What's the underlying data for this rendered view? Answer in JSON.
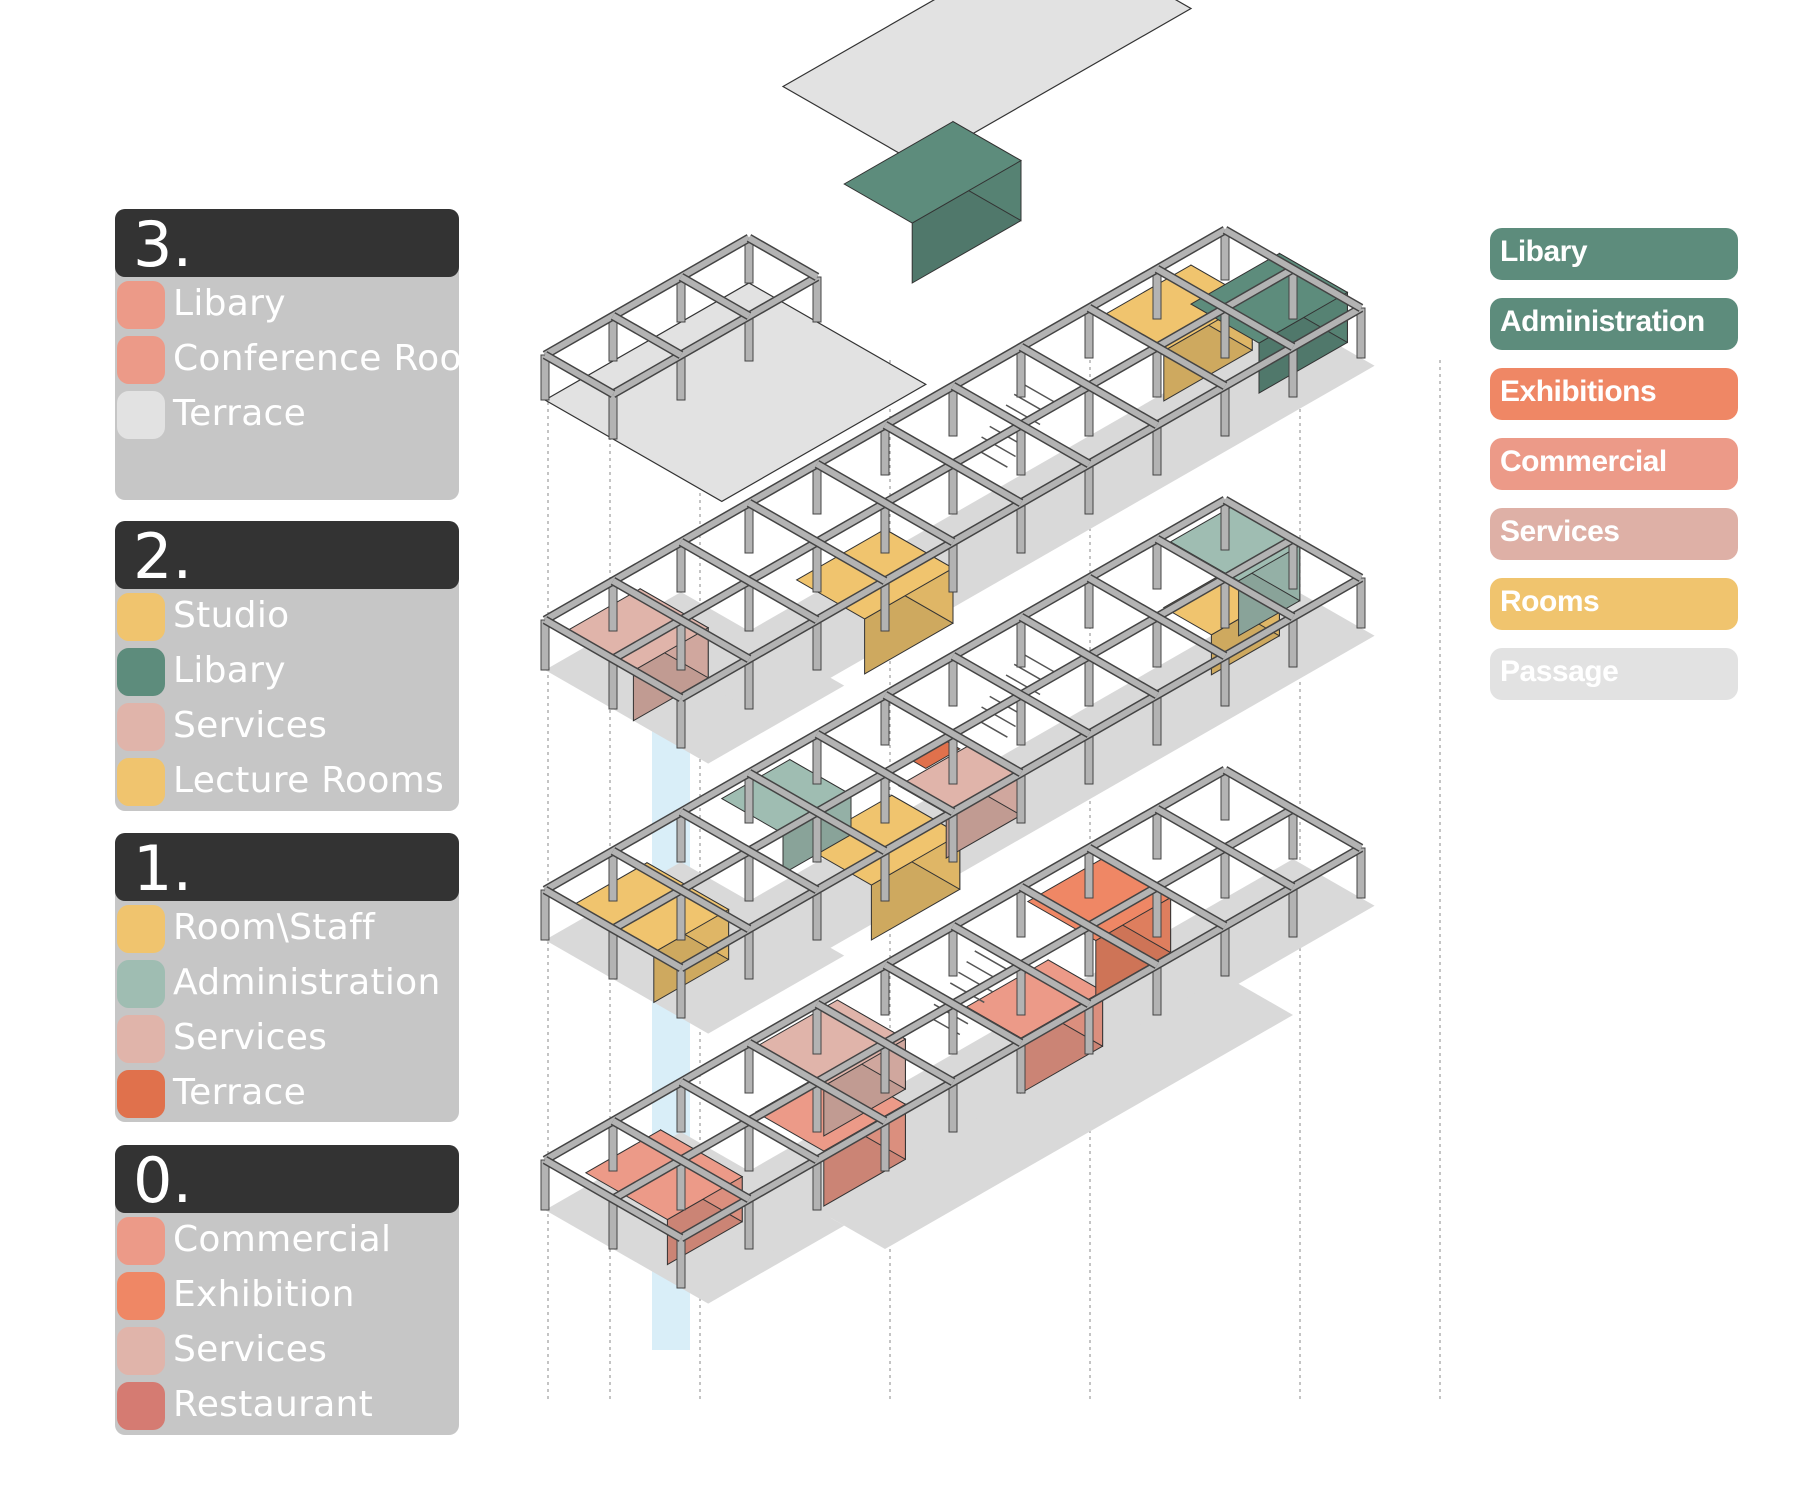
{
  "floors": [
    {
      "number": "3.",
      "items": [
        {
          "label": "Libary",
          "color": "#ec9a88"
        },
        {
          "label": "Conference Room",
          "color": "#ec9a88"
        },
        {
          "label": "Terrace",
          "color": "#e2e2e2"
        }
      ]
    },
    {
      "number": "2.",
      "items": [
        {
          "label": "Studio",
          "color": "#f0c46e"
        },
        {
          "label": "Libary",
          "color": "#5d8c7c"
        },
        {
          "label": "Services",
          "color": "#e0b4aa"
        },
        {
          "label": "Lecture Rooms",
          "color": "#f0c46e"
        }
      ]
    },
    {
      "number": "1.",
      "items": [
        {
          "label": "Room\\Staff",
          "color": "#f0c46e"
        },
        {
          "label": "Administration",
          "color": "#9fbdb2"
        },
        {
          "label": "Services",
          "color": "#e0b4aa"
        },
        {
          "label": "Terrace",
          "color": "#e0714c"
        }
      ]
    },
    {
      "number": "0.",
      "items": [
        {
          "label": "Commercial",
          "color": "#ec9a88"
        },
        {
          "label": "Exhibition",
          "color": "#ef8765"
        },
        {
          "label": "Services",
          "color": "#e0b4aa"
        },
        {
          "label": "Restaurant",
          "color": "#d57b72"
        }
      ]
    }
  ],
  "functions": [
    {
      "label": "Libary",
      "color": "#5d8c7c"
    },
    {
      "label": "Administration",
      "color": "#5d8c7c"
    },
    {
      "label": "Exhibitions",
      "color": "#ef8765"
    },
    {
      "label": "Commercial",
      "color": "#ec9a88"
    },
    {
      "label": "Services",
      "color": "#deb0a6"
    },
    {
      "label": "Rooms",
      "color": "#f0c46e"
    },
    {
      "label": "Passage",
      "color": "#e2e2e2"
    }
  ],
  "colors": {
    "library": "#5d8c7c",
    "administration": "#9fbdb2",
    "rooms": "#f0c46e",
    "services": "#e0b4aa",
    "commercial": "#ec9a88",
    "exhibition": "#ef8765",
    "terrace": "#e0714c",
    "passage": "#e2e2e2",
    "structure": "#b3b3b3",
    "elevator": "#bfe3f4"
  }
}
